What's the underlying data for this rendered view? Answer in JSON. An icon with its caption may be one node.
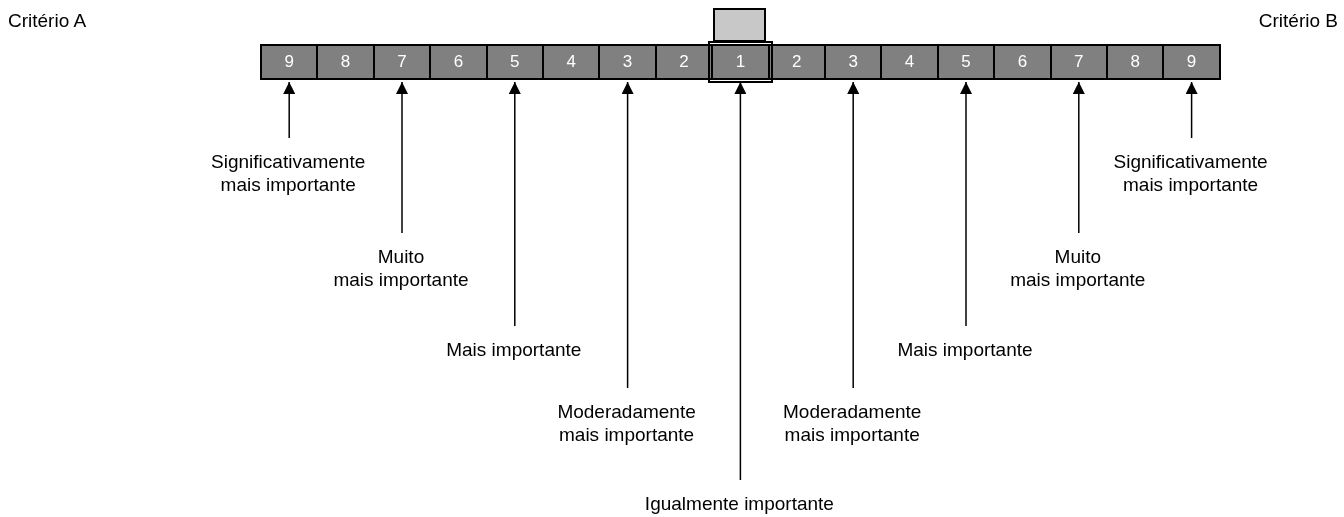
{
  "diagram": {
    "nodes": [
      {
        "text": [],
        "shape": "box"
      },
      {
        "text": [
          "9"
        ]
      },
      {
        "text": [
          "8"
        ]
      },
      {
        "text": [
          "7"
        ]
      },
      {
        "text": [
          "6"
        ]
      },
      {
        "text": [
          "5"
        ]
      },
      {
        "text": [
          "4"
        ]
      },
      {
        "text": [
          "3"
        ]
      },
      {
        "text": [
          "2"
        ]
      },
      {
        "text": [
          "1"
        ]
      },
      {
        "text": [
          "2"
        ]
      },
      {
        "text": [
          "3"
        ]
      },
      {
        "text": [
          "4"
        ]
      },
      {
        "text": [
          "5"
        ]
      },
      {
        "text": [
          "6"
        ]
      },
      {
        "text": [
          "7"
        ]
      },
      {
        "text": [
          "8"
        ]
      },
      {
        "text": [
          "9"
        ]
      },
      {
        "text": [
          "Significativamente mais importante"
        ]
      },
      {
        "text": [
          "Significativamente mais importante"
        ]
      },
      {
        "text": [
          "Muito mais importante"
        ]
      },
      {
        "text": [
          "Muito mais importante"
        ]
      },
      {
        "text": [
          "Mais importante"
        ]
      },
      {
        "text": [
          "Mais importante"
        ]
      },
      {
        "text": [
          "Moderadamente mais importante"
        ]
      },
      {
        "text": [
          "Moderadamente mais importante"
        ]
      },
      {
        "text": [
          "Igualmente importante"
        ]
      }
    ],
    "edges": [
      {
        "from": 18,
        "to": 1,
        "arrow": "to"
      },
      {
        "from": 19,
        "to": 17,
        "arrow": "to"
      },
      {
        "from": 20,
        "to": 3,
        "arrow": "to"
      },
      {
        "from": 21,
        "to": 15,
        "arrow": "to"
      },
      {
        "from": 22,
        "to": 5,
        "arrow": "to"
      },
      {
        "from": 23,
        "to": 13,
        "arrow": "to"
      },
      {
        "from": 24,
        "to": 7,
        "arrow": "to"
      },
      {
        "from": 25,
        "to": 11,
        "arrow": "to"
      },
      {
        "from": 26,
        "to": 9,
        "arrow": "to"
      }
    ],
    "labels": [
      "Critério A",
      "Critério B"
    ]
  }
}
